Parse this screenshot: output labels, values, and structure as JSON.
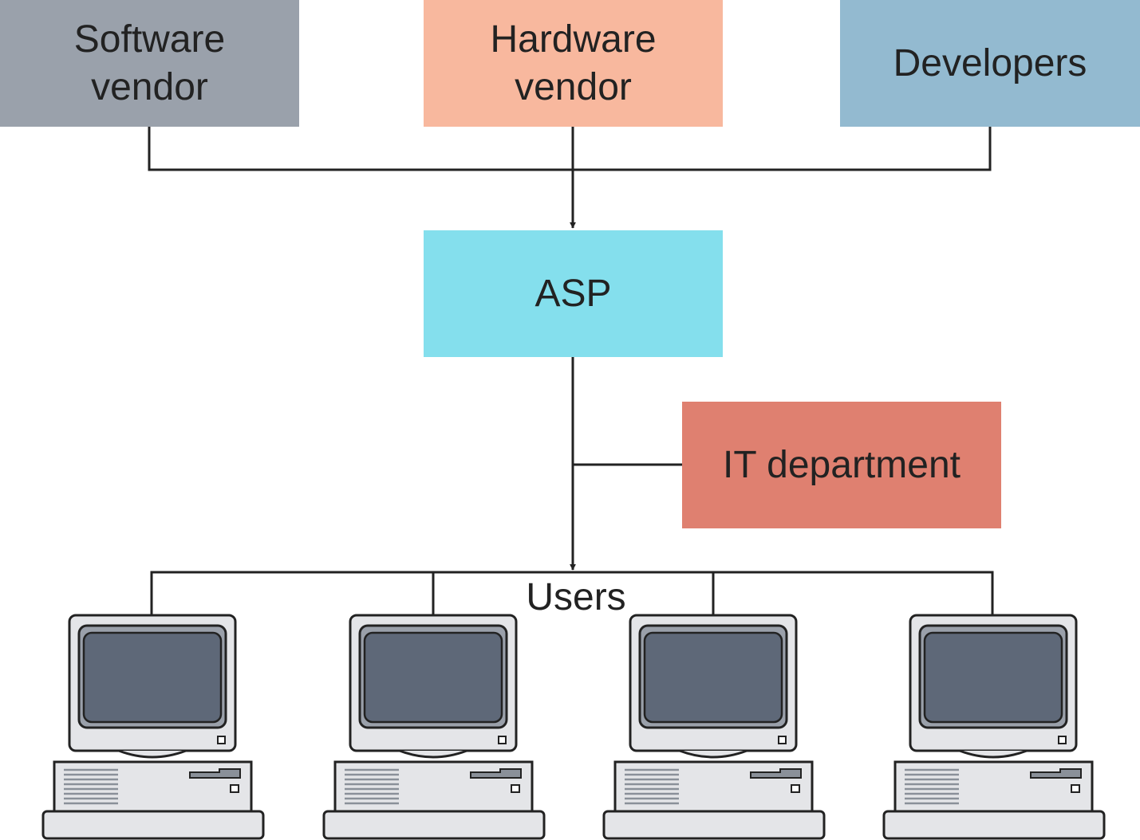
{
  "nodes": {
    "software_vendor": {
      "label": "Software\nvendor",
      "color": "#9aa1ab"
    },
    "hardware_vendor": {
      "label": "Hardware\nvendor",
      "color": "#f8b89e"
    },
    "developers": {
      "label": "Developers",
      "color": "#93bad0"
    },
    "asp": {
      "label": "ASP",
      "color": "#84dfed"
    },
    "it_department": {
      "label": "IT department",
      "color": "#df8070"
    }
  },
  "users": {
    "label": "Users",
    "computer_count": 4
  },
  "colors": {
    "line": "#222222",
    "computer_case": "#e4e5e8",
    "screen_bezel": "#9aa0aa",
    "screen": "#5e6878"
  }
}
